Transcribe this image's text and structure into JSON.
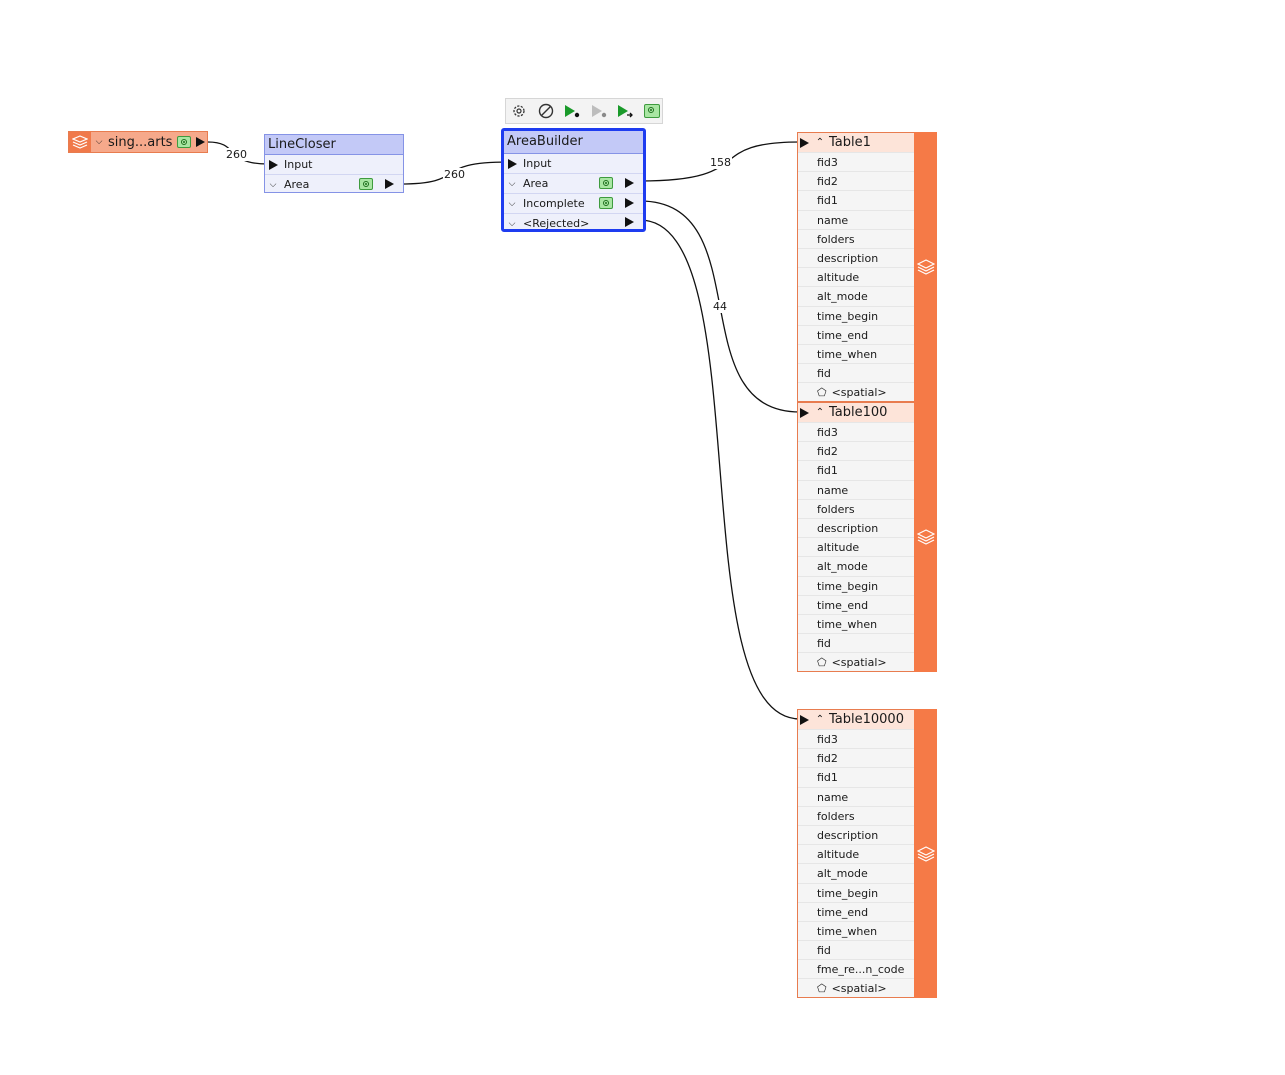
{
  "reader": {
    "name": "sing...arts",
    "icon": "layers-icon"
  },
  "linecloser": {
    "title": "LineCloser",
    "input_label": "Input",
    "output_label": "Area"
  },
  "areabuilder": {
    "title": "AreaBuilder",
    "input_label": "Input",
    "outputs": [
      "Area",
      "Incomplete",
      "<Rejected>"
    ]
  },
  "toolbar": {
    "icons": [
      "gear-icon",
      "disable-icon",
      "run-to-icon",
      "run-from-icon",
      "run-icon",
      "inspect-icon"
    ]
  },
  "counts": {
    "reader_to_linecloser": "260",
    "linecloser_to_areabuilder": "260",
    "area_to_table1": "158",
    "incomplete_to_table100": "44"
  },
  "writers": [
    {
      "name": "Table1",
      "attributes": [
        "fid3",
        "fid2",
        "fid1",
        "name",
        "folders",
        "description",
        "altitude",
        "alt_mode",
        "time_begin",
        "time_end",
        "time_when",
        "fid",
        "<spatial>"
      ]
    },
    {
      "name": "Table100",
      "attributes": [
        "fid3",
        "fid2",
        "fid1",
        "name",
        "folders",
        "description",
        "altitude",
        "alt_mode",
        "time_begin",
        "time_end",
        "time_when",
        "fid",
        "<spatial>"
      ]
    },
    {
      "name": "Table10000",
      "attributes": [
        "fid3",
        "fid2",
        "fid1",
        "name",
        "folders",
        "description",
        "altitude",
        "alt_mode",
        "time_begin",
        "time_end",
        "time_when",
        "fid",
        "fme_re...n_code",
        "<spatial>"
      ]
    }
  ],
  "colors": {
    "transformer_header": "#c3c9f7",
    "transformer_selected_border": "#1e3cf0",
    "writer_band": "#f57a47",
    "writer_header": "#fde4d9",
    "reader_fill": "#f6a98b"
  }
}
